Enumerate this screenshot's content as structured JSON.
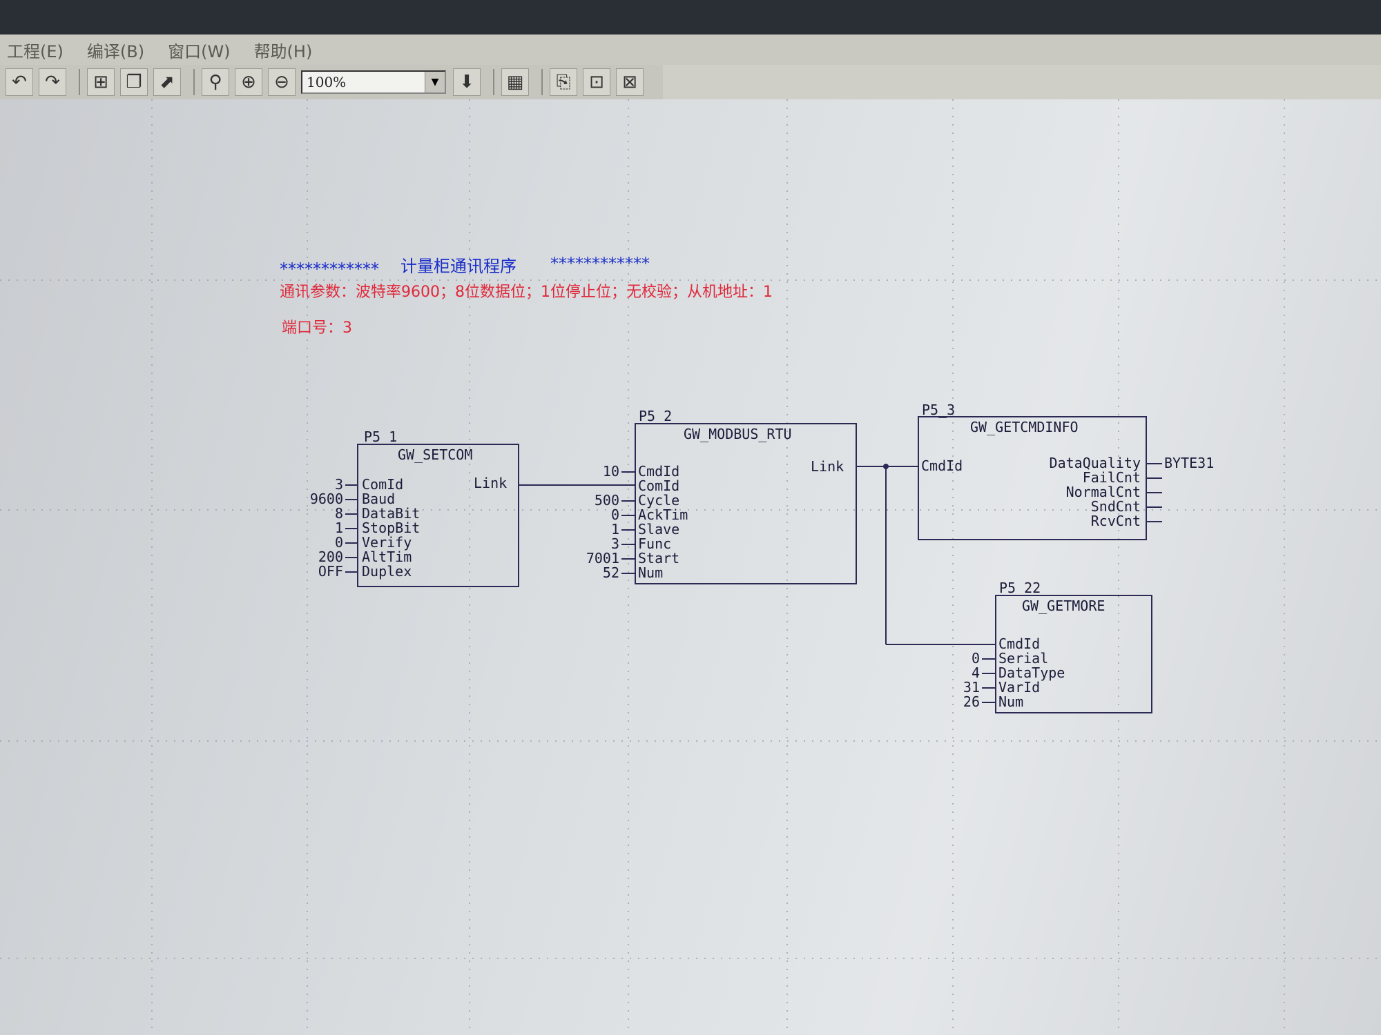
{
  "menu": {
    "items": [
      "工程(E)",
      "编译(B)",
      "窗口(W)",
      "帮助(H)"
    ]
  },
  "toolbar": {
    "zoom": "100%",
    "icons": [
      "undo-icon",
      "redo-icon",
      "fit-icon",
      "window-icon",
      "select-icon",
      "find-icon",
      "zoom-in-icon",
      "zoom-out-icon",
      "download-icon",
      "monitor-icon",
      "debug-icon",
      "force-icon",
      "release-icon"
    ]
  },
  "comments": {
    "title_stars_left": "************",
    "title": "计量柜通讯程序",
    "title_stars_right": "************",
    "params": "通讯参数：波特率9600；8位数据位；1位停止位；无校验；从机地址：1",
    "port": "端口号：3"
  },
  "blocks": {
    "setcom": {
      "instance": "P5_1",
      "type": "GW_SETCOM",
      "output": "Link",
      "pins": [
        "ComId",
        "Baud",
        "DataBit",
        "StopBit",
        "Verify",
        "AltTim",
        "Duplex"
      ],
      "values": [
        "3",
        "9600",
        "8",
        "1",
        "0",
        "200",
        "OFF"
      ]
    },
    "modbus": {
      "instance": "P5_2",
      "type": "GW_MODBUS_RTU",
      "output": "Link",
      "pins": [
        "CmdId",
        "ComId",
        "Cycle",
        "AckTim",
        "Slave",
        "Func",
        "Start",
        "Num"
      ],
      "values": [
        "10",
        "",
        "500",
        "0",
        "1",
        "3",
        "7001",
        "52"
      ]
    },
    "getcmdinfo": {
      "instance": "P5_3",
      "type": "GW_GETCMDINFO",
      "input": "CmdId",
      "outputs": [
        "DataQuality",
        "FailCnt",
        "NormalCnt",
        "SndCnt",
        "RcvCnt"
      ],
      "output_value": "BYTE31"
    },
    "getmore": {
      "instance": "P5_22",
      "type": "GW_GETMORE",
      "pins": [
        "CmdId",
        "Serial",
        "DataType",
        "VarId",
        "Num"
      ],
      "values": [
        "",
        "0",
        "4",
        "31",
        "26"
      ]
    }
  }
}
